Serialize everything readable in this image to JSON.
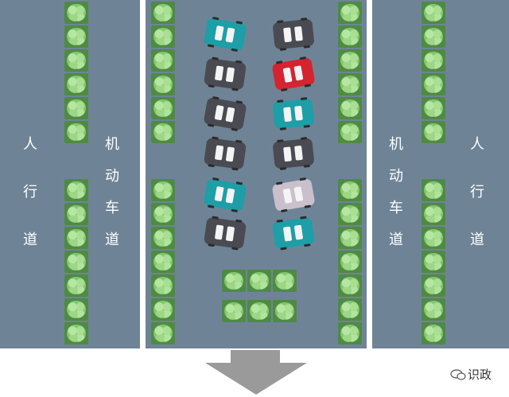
{
  "labels": {
    "sidewalk": [
      "人",
      "行",
      "道"
    ],
    "motor_lane": [
      "机",
      "动",
      "车",
      "道"
    ]
  },
  "cars": {
    "left_column": [
      "teal",
      "dark",
      "dark",
      "dark",
      "teal",
      "dark"
    ],
    "right_column": [
      "dark",
      "red",
      "teal",
      "dark",
      "lilac",
      "teal"
    ]
  },
  "car_colors": {
    "teal": "#1e9ea6",
    "dark": "#4a4b52",
    "red": "#d4242f",
    "lilac": "#c9c0cc"
  },
  "colors": {
    "road": "#6e8496",
    "divider": "#ffffff",
    "arrow": "#9a9a9a"
  },
  "watermark": {
    "icon": "wechat-icon",
    "text": "识政"
  }
}
